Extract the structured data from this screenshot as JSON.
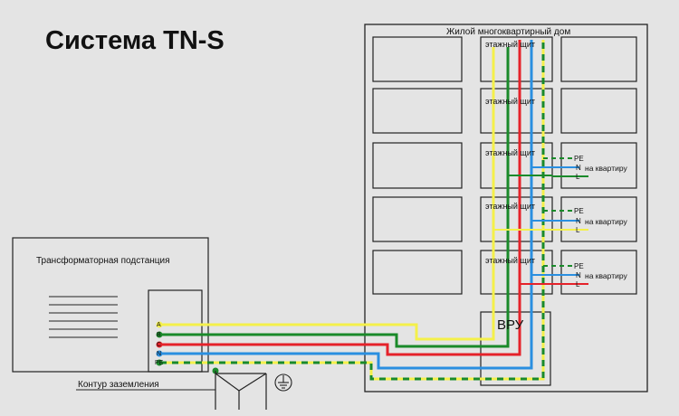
{
  "title": "Система TN-S",
  "house_label": "Жилой многоквартирный дом",
  "floor_panel_label": "этажный щит",
  "main_panel_label": "ВРУ",
  "substation_label": "Трансформаторная подстанция",
  "ground_loop_label": "Контур заземления",
  "terminals": [
    "A",
    "B",
    "C",
    "N",
    "PE"
  ],
  "apartment_feed": {
    "pe": "PE",
    "n": "N",
    "l": "L",
    "label": "на квартиру"
  },
  "colors": {
    "yellow": "#f4f04a",
    "green": "#1a8a2a",
    "red": "#e5222a",
    "blue": "#2a8fe0",
    "pe_yellow": "#f4f04a",
    "pe_green": "#1a8a2a",
    "background": "#e4e4e4",
    "line": "#222222"
  }
}
